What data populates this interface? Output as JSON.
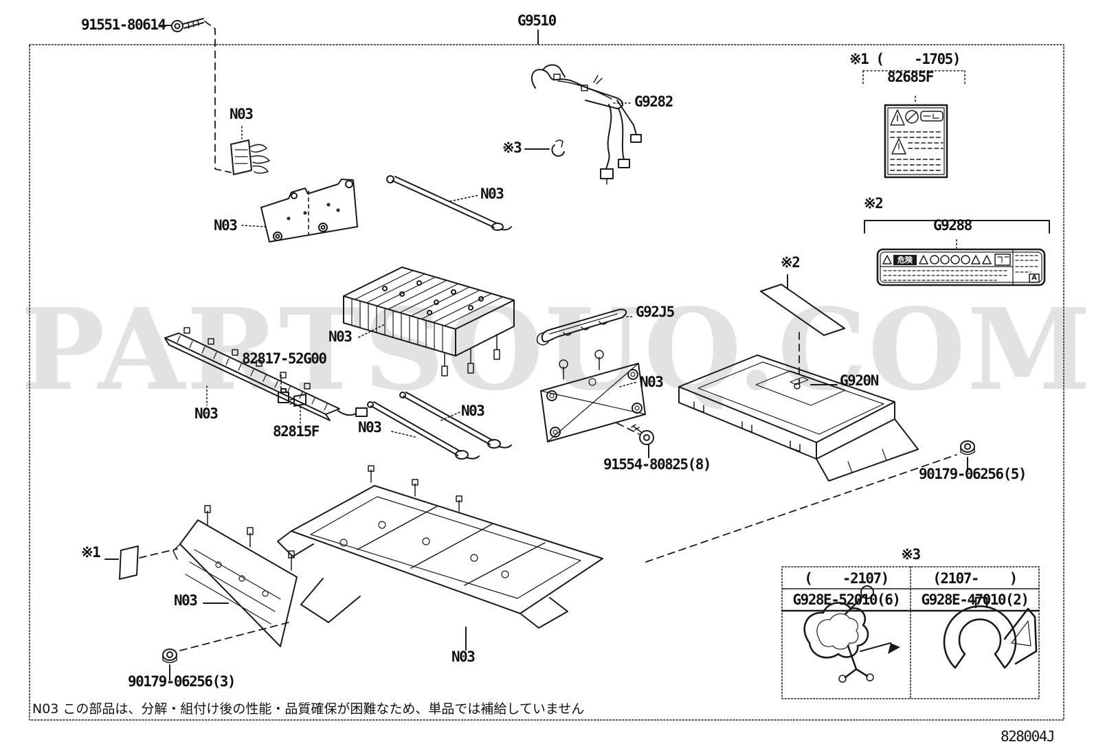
{
  "watermark": "PARTSOUQ.COM",
  "drawing_code": "828004J",
  "footnote": "N03 この部品は、分解・組付け後の性能・品質確保が困難なため、単品では補給していません",
  "parts": {
    "n03": "N03",
    "screw": "91551-80614",
    "assembly": "G9510",
    "harness": "G9282",
    "caution_label": "82685F",
    "danger_label": "G9288",
    "frame_wire_clip": "82817-52G00",
    "connector": "82815F",
    "spacer": "G92J5",
    "carrier": "G920N",
    "bolt": "91554-80825(8)",
    "nut_5": "90179-06256(5)",
    "nut_3": "90179-06256(3)"
  },
  "refs": {
    "r1": "※1",
    "r2": "※2",
    "r3": "※3",
    "r1_period": "※1 (    -1705)"
  },
  "sticker": {
    "danger_word": "危険",
    "cert_mark": "A"
  },
  "table": {
    "ref": "※3",
    "columns": [
      {
        "period": "(    -2107)",
        "part": "G928E-52010(6)"
      },
      {
        "period": "(2107-    )",
        "part": "G928E-47010(2)"
      }
    ]
  }
}
